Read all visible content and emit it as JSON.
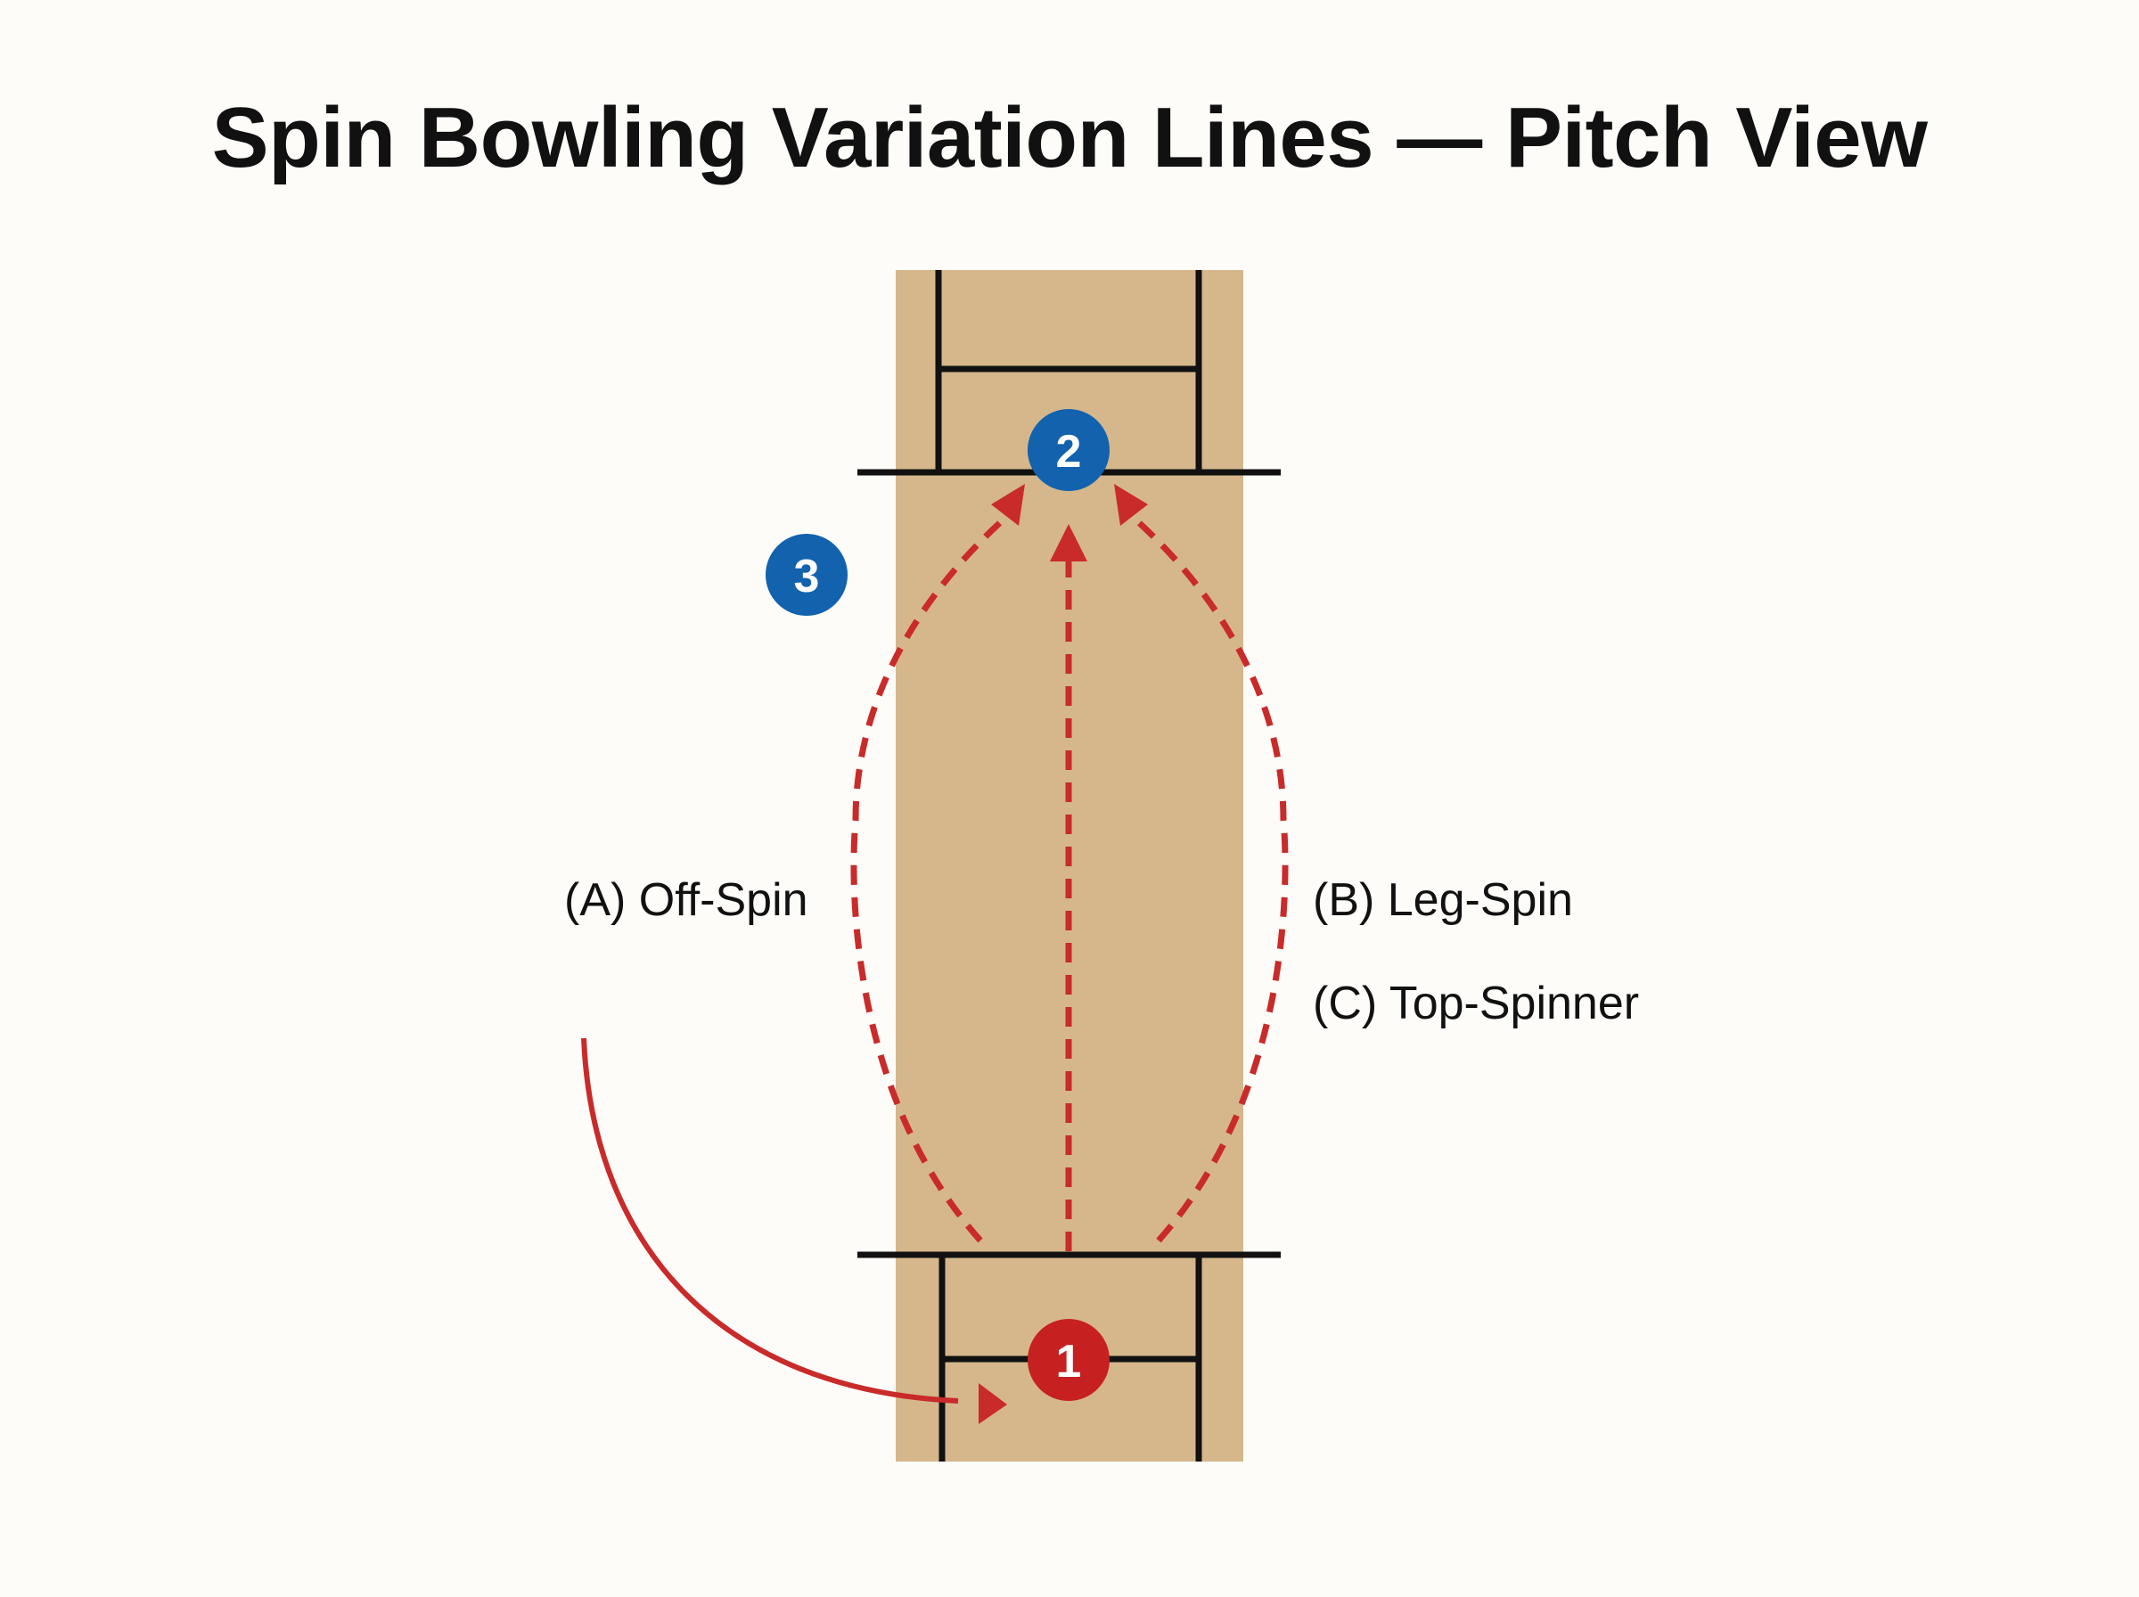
{
  "title": "Spin Bowling Variation Lines — Pitch View",
  "labels": {
    "off_spin": "(A) Off-Spin",
    "leg_spin": "(B) Leg-Spin",
    "top_spinner": "(C) Top-Spinner"
  },
  "markers": {
    "m1": "1",
    "m2": "2",
    "m3": "3"
  },
  "colors": {
    "pitch": "#d5b78b",
    "path_red": "#c92a2a",
    "marker_red": "#c62020",
    "marker_blue": "#1262ad",
    "lines": "#111111",
    "background": "#fdfcf8"
  }
}
